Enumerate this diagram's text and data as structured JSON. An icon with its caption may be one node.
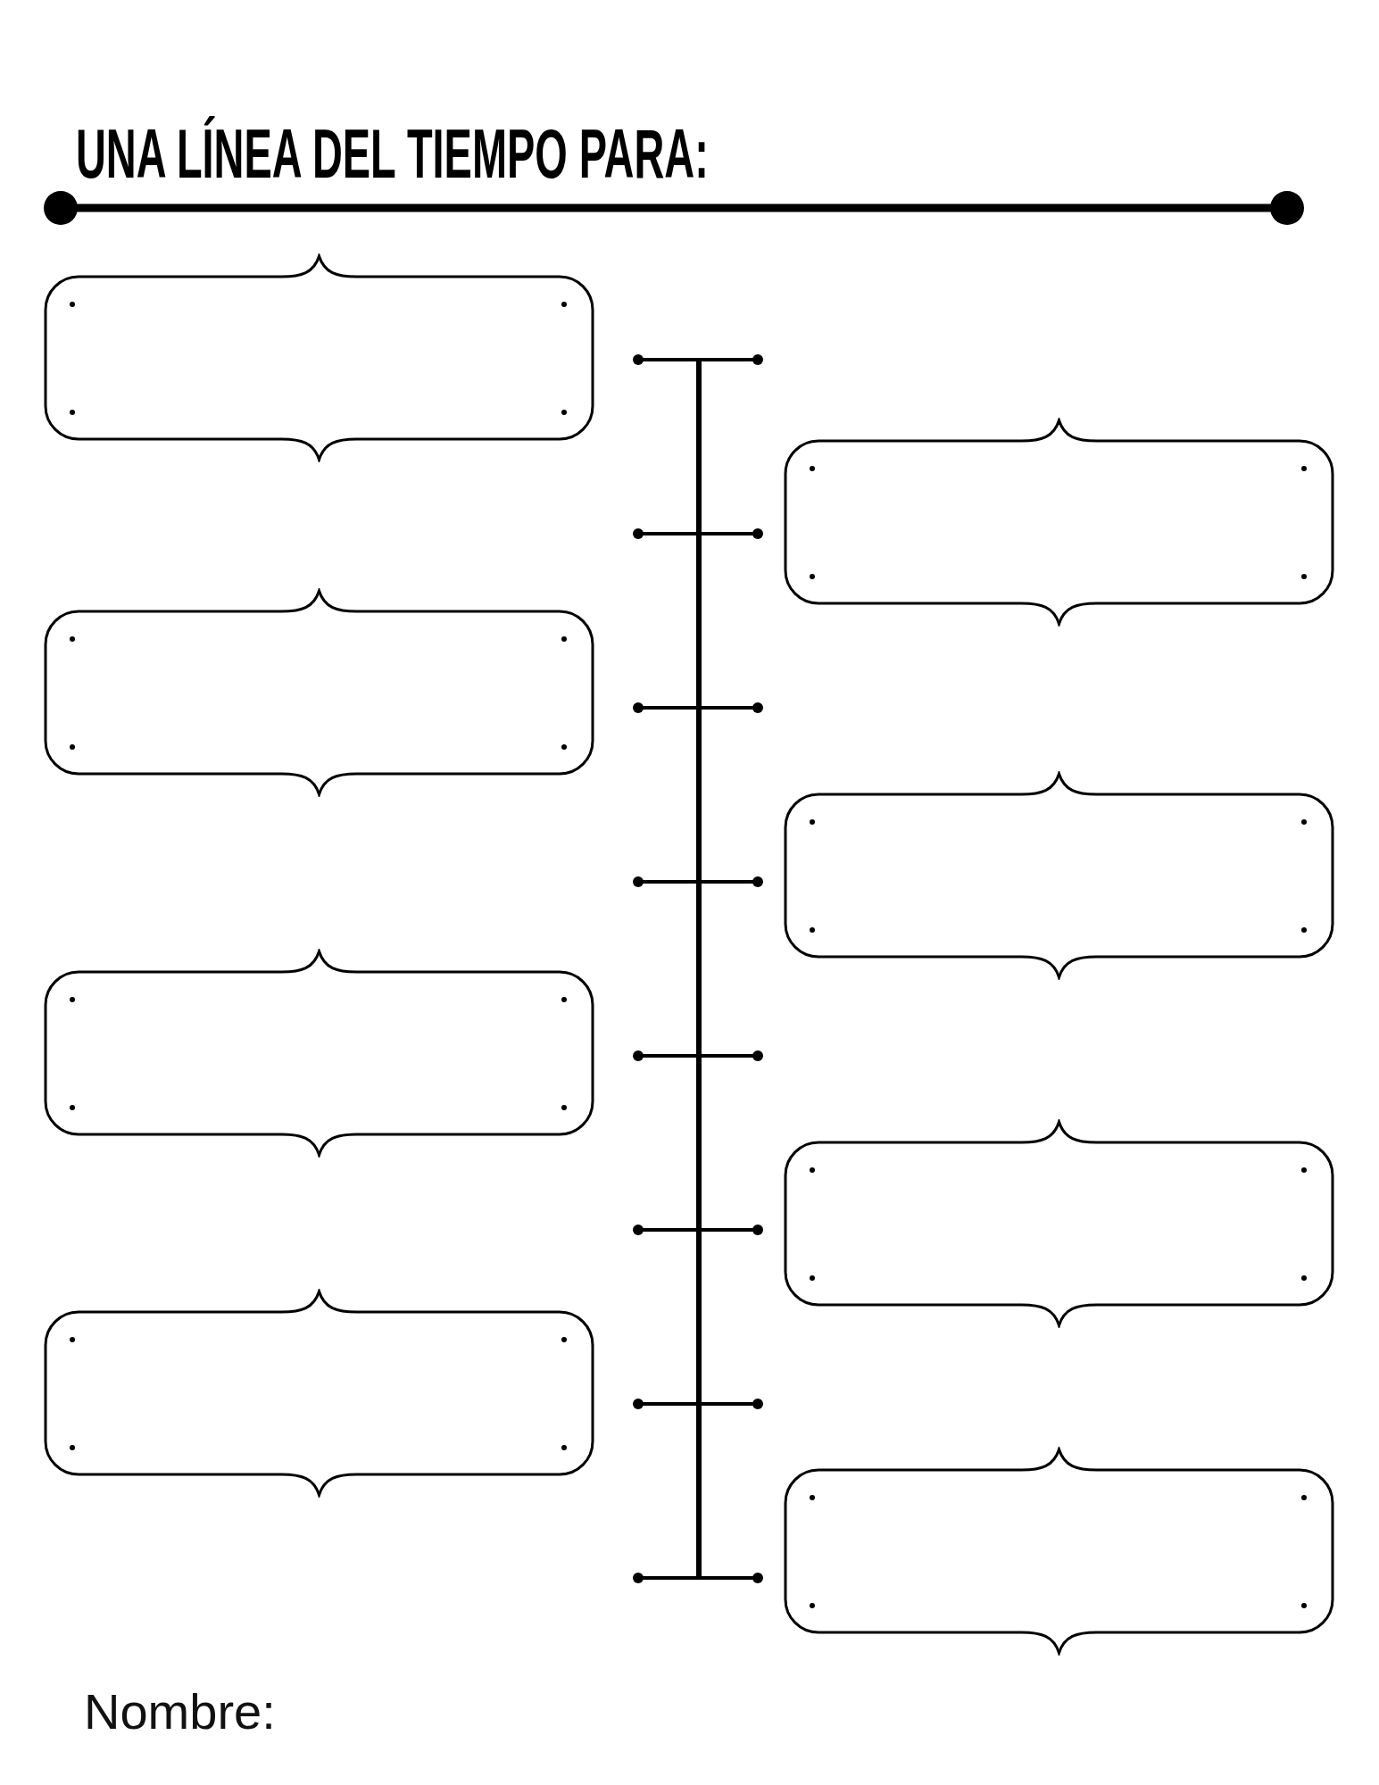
{
  "diagram": {
    "title": "UNA LÍNEA DEL TIEMPO PARA:",
    "nodes": [
      {
        "text": [],
        "shape": "box"
      },
      {
        "text": [],
        "shape": "box"
      },
      {
        "text": [],
        "shape": "box"
      },
      {
        "text": [],
        "shape": "box"
      },
      {
        "text": [],
        "shape": "box"
      },
      {
        "text": [],
        "shape": "box"
      },
      {
        "text": [],
        "shape": "box"
      },
      {
        "text": [],
        "shape": "box"
      }
    ],
    "labels": [
      "Nombre:"
    ]
  }
}
